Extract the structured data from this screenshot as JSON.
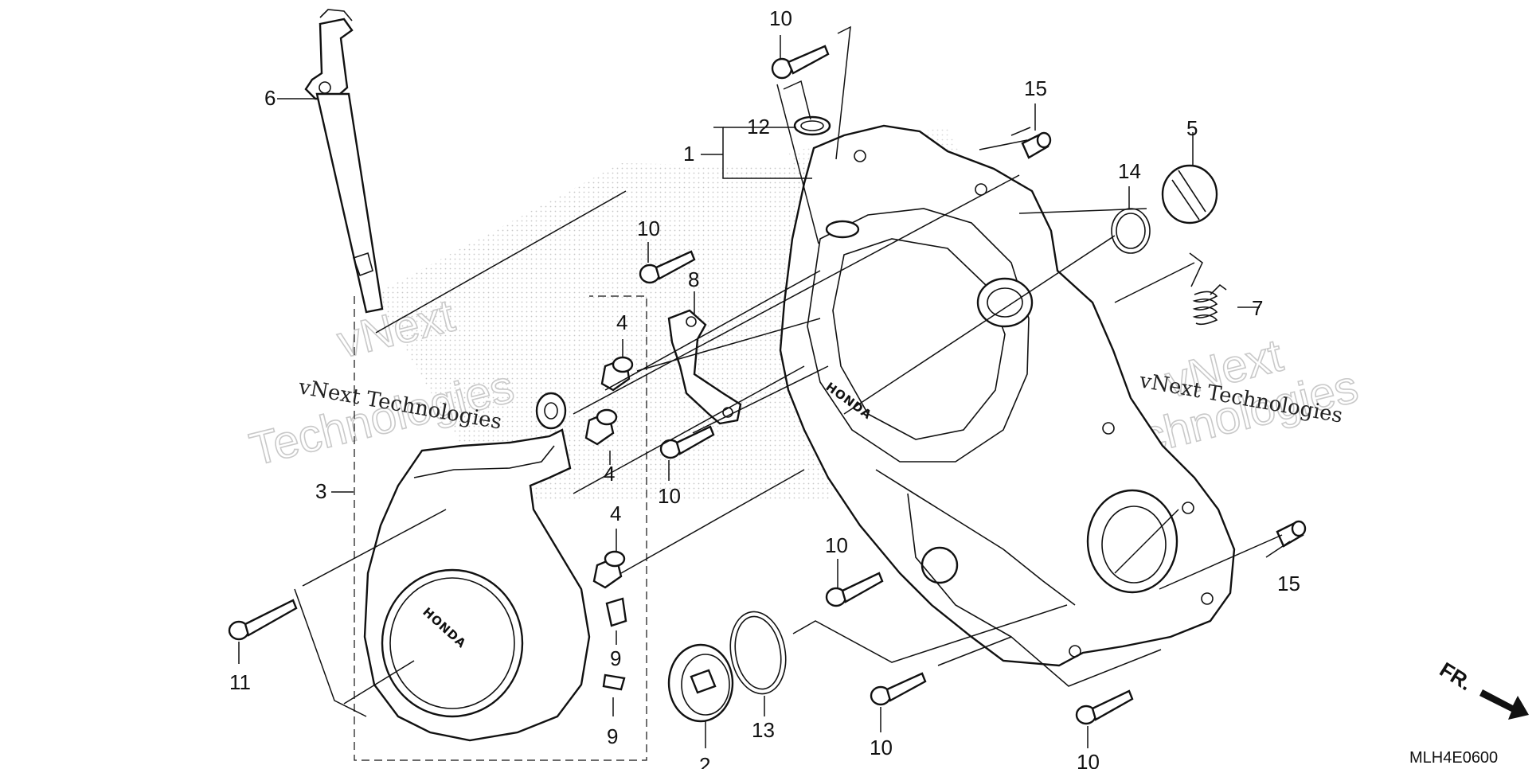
{
  "diagram_code": "MLH4E0600",
  "watermark": {
    "small": "vNext Technologies",
    "big_top": "vNext",
    "big_bottom": "Technologies"
  },
  "direction_marker": "FR.",
  "brand_mark": "HONDA",
  "callouts": [
    {
      "id": "c1",
      "text": "1"
    },
    {
      "id": "c2",
      "text": "2"
    },
    {
      "id": "c3",
      "text": "3"
    },
    {
      "id": "c4a",
      "text": "4"
    },
    {
      "id": "c4b",
      "text": "4"
    },
    {
      "id": "c4c",
      "text": "4"
    },
    {
      "id": "c5",
      "text": "5"
    },
    {
      "id": "c6",
      "text": "6"
    },
    {
      "id": "c7",
      "text": "7"
    },
    {
      "id": "c8",
      "text": "8"
    },
    {
      "id": "c9a",
      "text": "9"
    },
    {
      "id": "c9b",
      "text": "9"
    },
    {
      "id": "c10a",
      "text": "10"
    },
    {
      "id": "c10b",
      "text": "10"
    },
    {
      "id": "c10c",
      "text": "10"
    },
    {
      "id": "c10d",
      "text": "10"
    },
    {
      "id": "c10e",
      "text": "10"
    },
    {
      "id": "c10f",
      "text": "10"
    },
    {
      "id": "c11",
      "text": "11"
    },
    {
      "id": "c12",
      "text": "12"
    },
    {
      "id": "c13",
      "text": "13"
    },
    {
      "id": "c14",
      "text": "14"
    },
    {
      "id": "c15a",
      "text": "15"
    },
    {
      "id": "c15b",
      "text": "15"
    }
  ]
}
